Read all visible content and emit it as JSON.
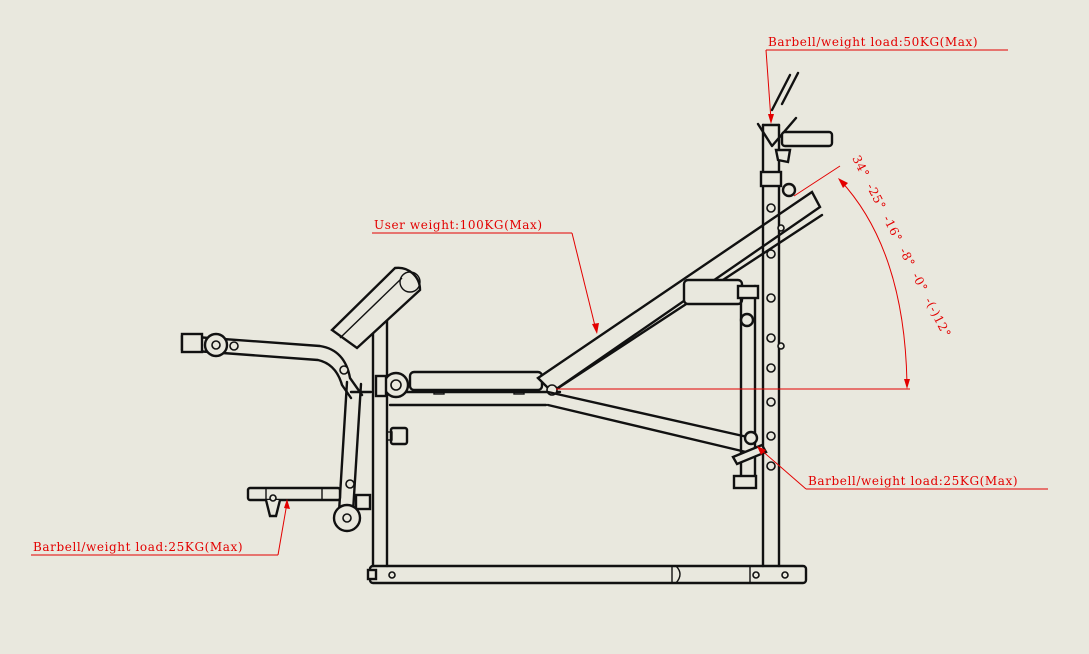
{
  "annotations": {
    "top_load": "Barbell/weight load:50KG(Max)",
    "user_weight": "User weight:100KG(Max)",
    "right_load": "Barbell/weight load:25KG(Max)",
    "left_load": "Barbell/weight load:25KG(Max)"
  },
  "angles": [
    "34°",
    "-25°",
    "-16°",
    "-8°",
    "-0°",
    "-(-)12°"
  ],
  "colors": {
    "background": "#e9e8de",
    "line": "#111111",
    "annotation": "#e30000"
  }
}
